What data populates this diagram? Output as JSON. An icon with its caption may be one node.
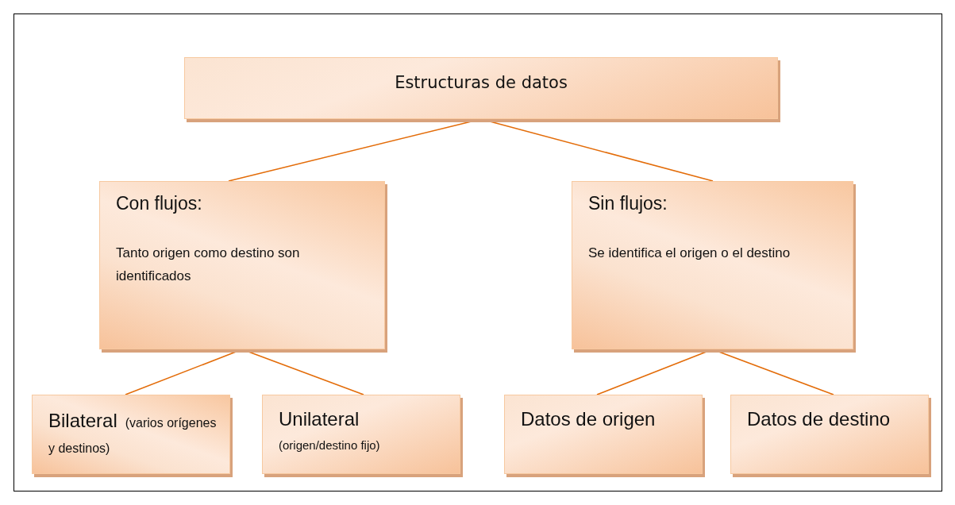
{
  "diagram": {
    "nodes": [
      {
        "text": [
          "Estructuras de datos"
        ]
      },
      {
        "text": [
          "Con flujos:",
          "Tanto origen como destino son identificados"
        ]
      },
      {
        "text": [
          "Sin flujos:",
          "Se identifica el origen o el destino"
        ]
      },
      {
        "text": [
          "Bilateral",
          "(varios orígenes y destinos)"
        ]
      },
      {
        "text": [
          "Unilateral",
          "(origen/destino fijo)"
        ]
      },
      {
        "text": [
          "Datos de origen"
        ]
      },
      {
        "text": [
          "Datos de destino"
        ]
      }
    ],
    "edges": [
      {
        "from": 0,
        "to": 1,
        "arrow": "none"
      },
      {
        "from": 0,
        "to": 2,
        "arrow": "none"
      },
      {
        "from": 1,
        "to": 3,
        "arrow": "none"
      },
      {
        "from": 1,
        "to": 4,
        "arrow": "none"
      },
      {
        "from": 2,
        "to": 5,
        "arrow": "none"
      },
      {
        "from": 2,
        "to": 6,
        "arrow": "none"
      }
    ]
  }
}
